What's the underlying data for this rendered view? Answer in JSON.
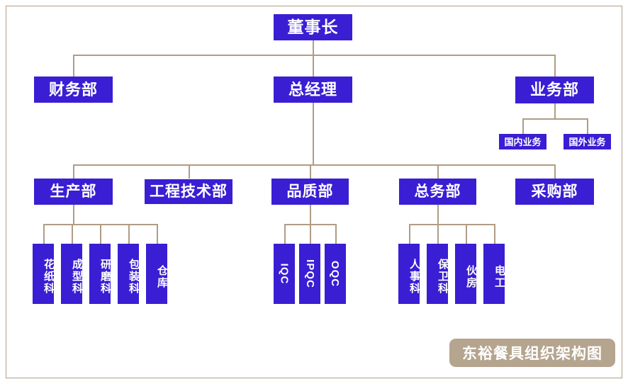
{
  "chart": {
    "title_badge": "东裕餐具组织架构图",
    "colors": {
      "node_fill": "#3a1ed4",
      "node_text": "#ffffff",
      "connector": "#b09c85",
      "frame": "#b09c85",
      "badge_fill": "#b5a48e",
      "background": "#ffffff"
    },
    "nodes": {
      "chairman": "董事长",
      "finance": "财务部",
      "general_manager": "总经理",
      "business": "业务部",
      "business_domestic": "国内业务",
      "business_overseas": "国外业务",
      "production": "生产部",
      "engineering": "工程技术部",
      "quality": "品质部",
      "general_affairs": "总务部",
      "purchasing": "采购部",
      "production_children": [
        "花纸科",
        "成型科",
        "研磨科",
        "包装科",
        "仓库"
      ],
      "quality_children": [
        "IQC",
        "IPQC",
        "OQC"
      ],
      "affairs_children": [
        "人事科",
        "保卫科",
        "伙房",
        "电工"
      ]
    }
  }
}
